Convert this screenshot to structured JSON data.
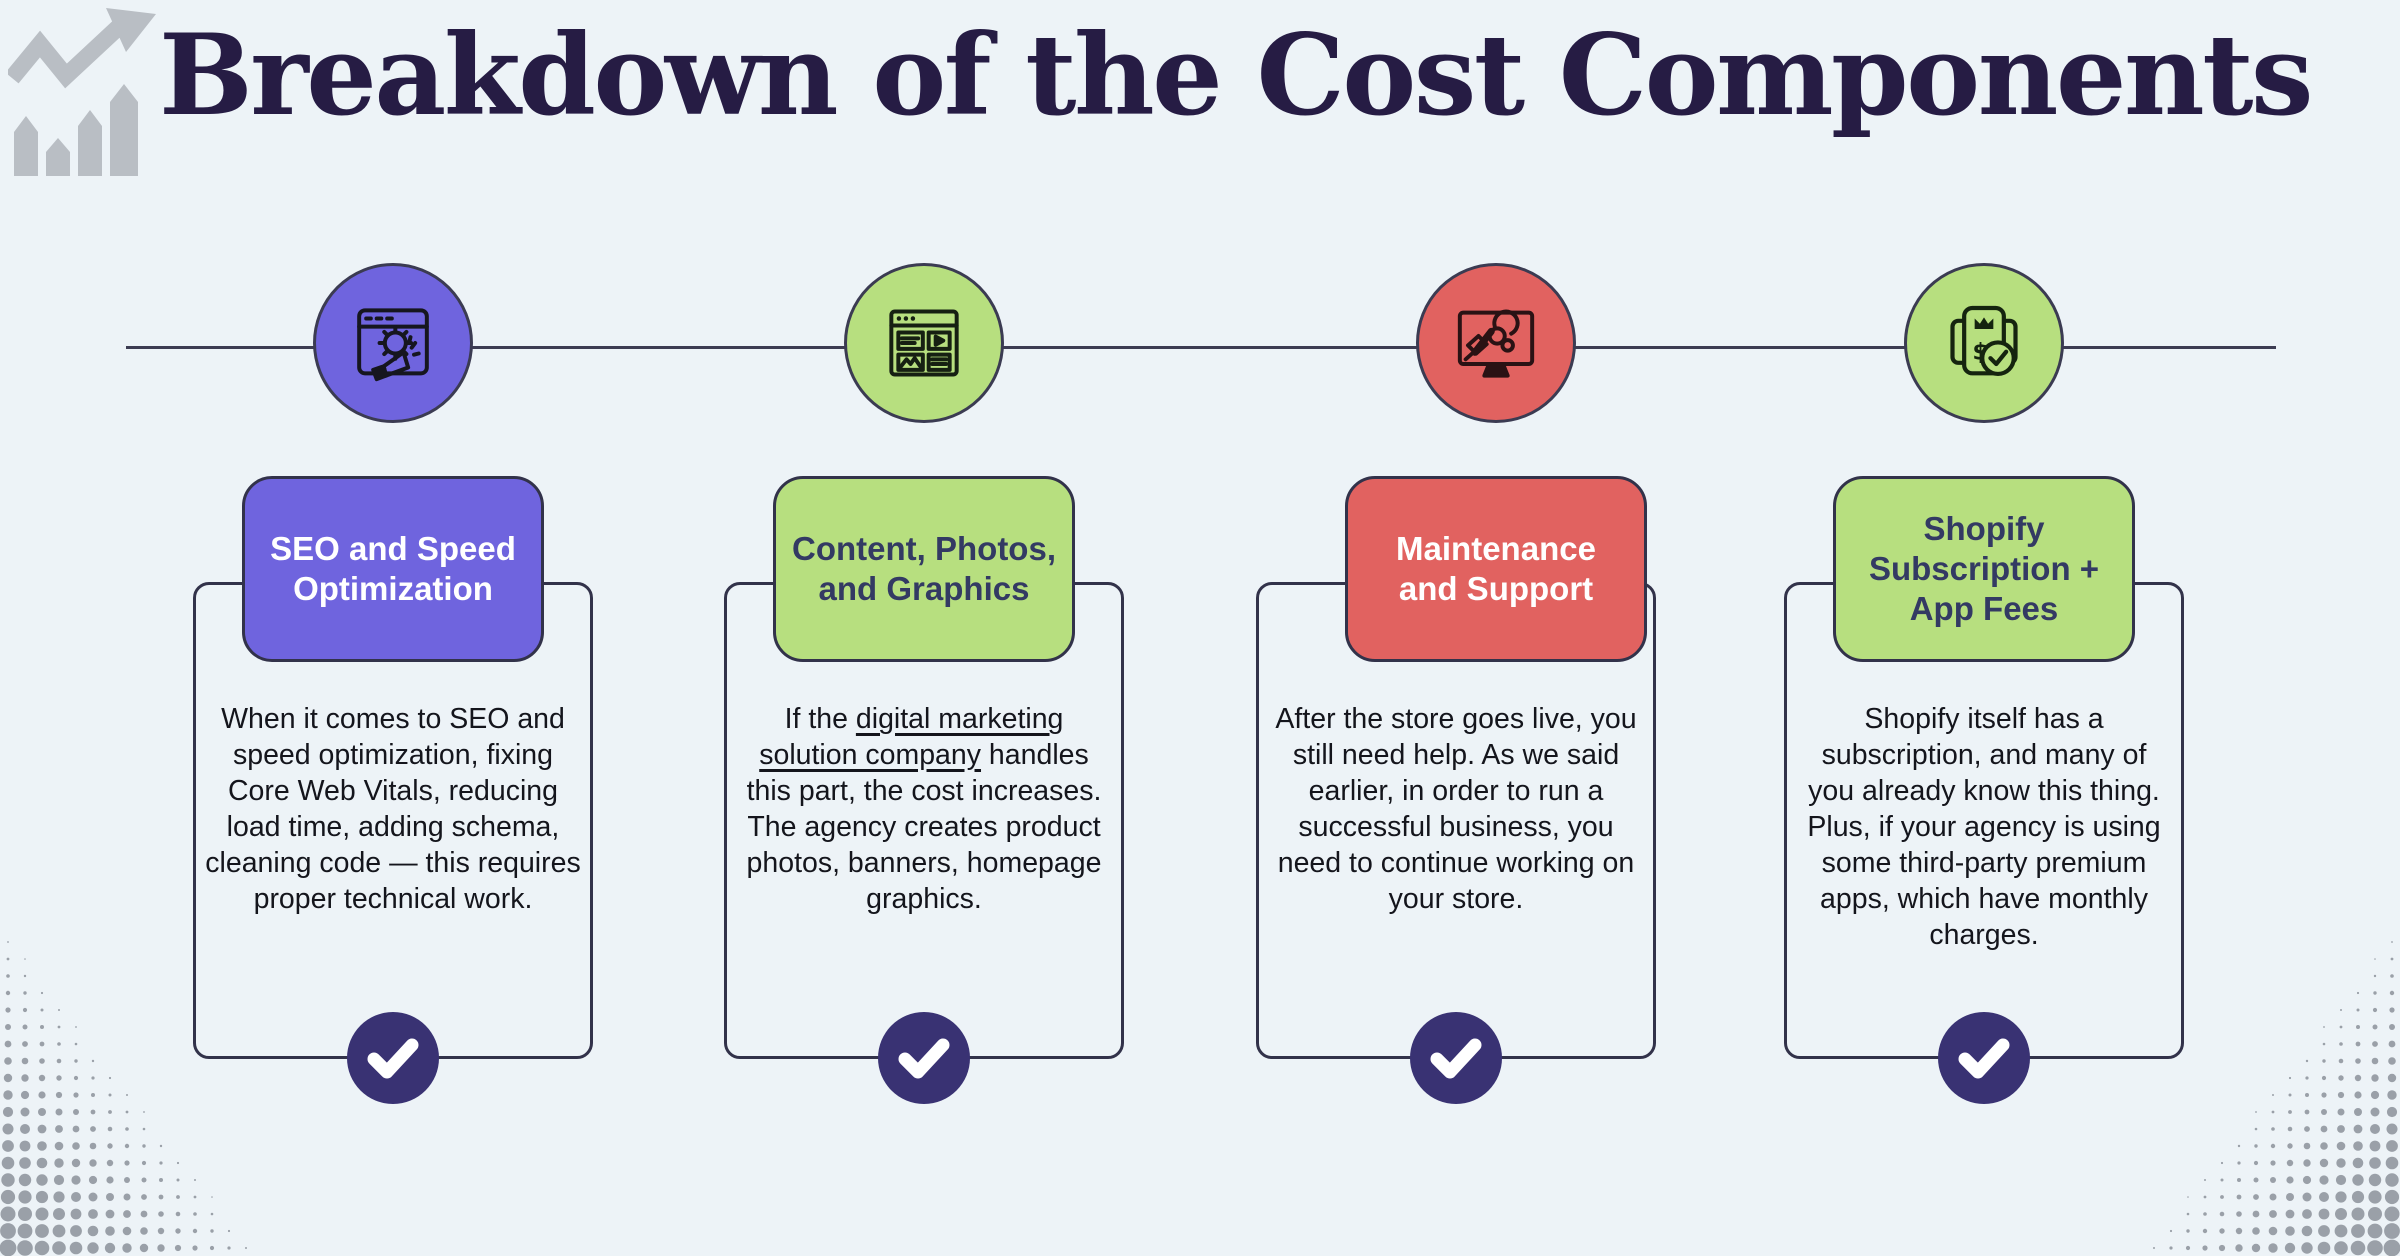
{
  "page": {
    "title": "Breakdown of the Cost Components",
    "background": "#edf3f7"
  },
  "logo": {
    "icon": "growth-arrow-chart-icon",
    "color": "#b9bec4"
  },
  "timeline": {
    "line_color": "#3c3c52"
  },
  "columns": [
    {
      "title": "SEO and Speed Optimization",
      "icon": "browser-gear-megaphone-icon",
      "accent": "#6f64de",
      "title_color": "#ffffff",
      "body": {
        "before": "When it comes to SEO and speed optimization, fixing Core Web Vitals, reducing load time, adding schema, cleaning code — this requires proper technical work.",
        "link": "",
        "after": ""
      }
    },
    {
      "title": "Content, Photos, and Graphics",
      "icon": "webpage-media-grid-icon",
      "accent": "#b7df7f",
      "title_color": "#333a63",
      "body": {
        "before": "If the ",
        "link": "digital marketing solution company",
        "after": " handles this part, the cost increases. The agency creates product photos, banners, homepage graphics."
      }
    },
    {
      "title": "Maintenance and Support",
      "icon": "monitor-wrench-hand-icon",
      "accent": "#e16260",
      "title_color": "#ffffff",
      "body": {
        "before": "After the store goes live, you still need help. As we said earlier, in order to run a successful business, you need to continue working on your store.",
        "link": "",
        "after": ""
      }
    },
    {
      "title": "Shopify Subscription + App Fees",
      "icon": "invoice-dollar-check-icon",
      "accent": "#b7df7f",
      "title_color": "#333a63",
      "body": {
        "before": "Shopify itself has a subscription, and many of you already know this thing. Plus, if your agency is using some third-party premium apps, which have monthly charges.",
        "link": "",
        "after": ""
      }
    }
  ],
  "check": {
    "color": "#393273",
    "icon": "checkmark-icon"
  },
  "decor": {
    "dot_color": "#9aa0a8"
  }
}
